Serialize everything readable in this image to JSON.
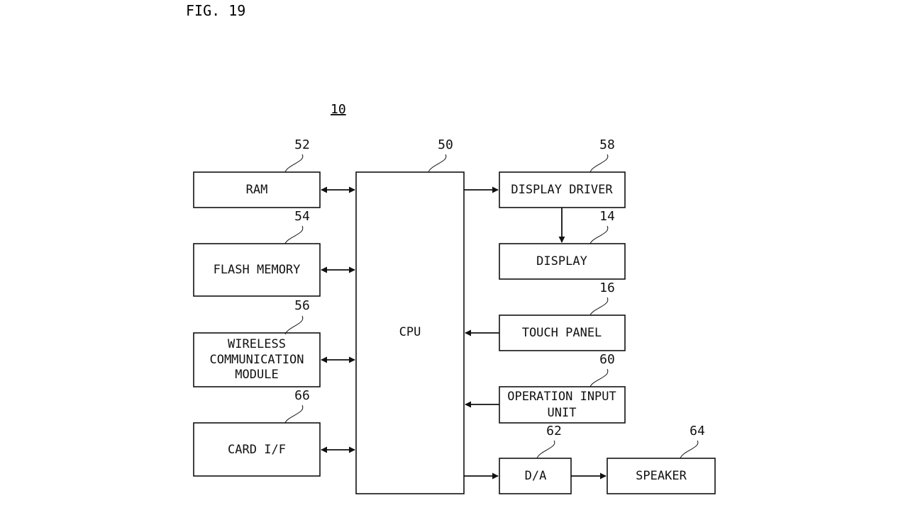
{
  "figure": {
    "title": "FIG. 19",
    "system_ref": "10"
  },
  "blocks": {
    "ram": {
      "lines": [
        "RAM"
      ],
      "ref": "52"
    },
    "flash_memory": {
      "lines": [
        "FLASH MEMORY"
      ],
      "ref": "54"
    },
    "wireless_module": {
      "lines": [
        "WIRELESS",
        "COMMUNICATION",
        "MODULE"
      ],
      "ref": "56"
    },
    "card_if": {
      "lines": [
        "CARD I/F"
      ],
      "ref": "66"
    },
    "cpu": {
      "lines": [
        "CPU"
      ],
      "ref": "50"
    },
    "display_driver": {
      "lines": [
        "DISPLAY DRIVER"
      ],
      "ref": "58"
    },
    "display": {
      "lines": [
        "DISPLAY"
      ],
      "ref": "14"
    },
    "touch_panel": {
      "lines": [
        "TOUCH PANEL"
      ],
      "ref": "16"
    },
    "operation_input": {
      "lines": [
        "OPERATION INPUT",
        "UNIT"
      ],
      "ref": "60"
    },
    "da": {
      "lines": [
        "D/A"
      ],
      "ref": "62"
    },
    "speaker": {
      "lines": [
        "SPEAKER"
      ],
      "ref": "64"
    }
  },
  "connections": [
    {
      "from": "ram",
      "to": "cpu",
      "direction": "bidirectional"
    },
    {
      "from": "flash_memory",
      "to": "cpu",
      "direction": "bidirectional"
    },
    {
      "from": "wireless_module",
      "to": "cpu",
      "direction": "bidirectional"
    },
    {
      "from": "card_if",
      "to": "cpu",
      "direction": "bidirectional"
    },
    {
      "from": "cpu",
      "to": "display_driver",
      "direction": "forward"
    },
    {
      "from": "display_driver",
      "to": "display",
      "direction": "forward"
    },
    {
      "from": "touch_panel",
      "to": "cpu",
      "direction": "forward"
    },
    {
      "from": "operation_input",
      "to": "cpu",
      "direction": "forward"
    },
    {
      "from": "cpu",
      "to": "da",
      "direction": "forward"
    },
    {
      "from": "da",
      "to": "speaker",
      "direction": "forward"
    }
  ]
}
